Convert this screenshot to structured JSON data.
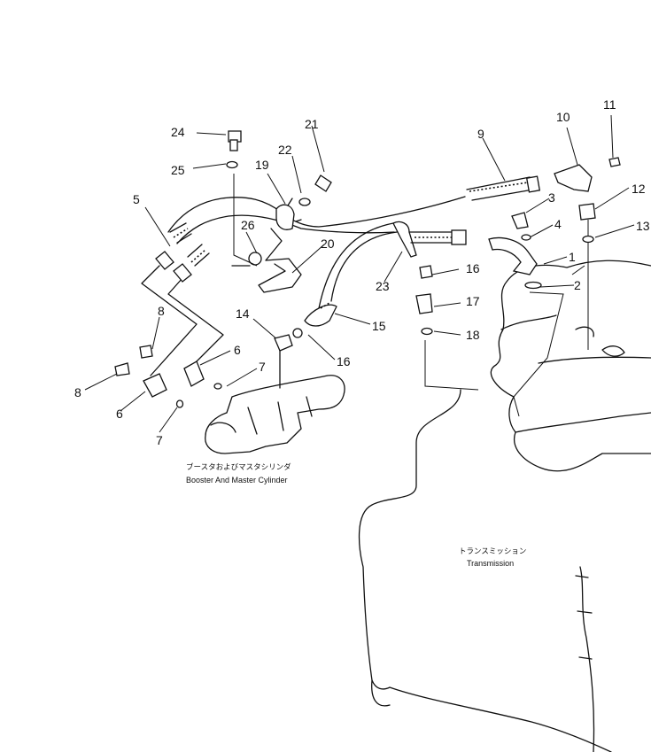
{
  "callouts": [
    {
      "id": "24",
      "text": "24"
    },
    {
      "id": "25",
      "text": "25"
    },
    {
      "id": "21",
      "text": "21"
    },
    {
      "id": "22",
      "text": "22"
    },
    {
      "id": "19",
      "text": "19"
    },
    {
      "id": "9",
      "text": "9"
    },
    {
      "id": "10",
      "text": "10"
    },
    {
      "id": "11",
      "text": "11"
    },
    {
      "id": "12",
      "text": "12"
    },
    {
      "id": "13",
      "text": "13"
    },
    {
      "id": "3",
      "text": "3"
    },
    {
      "id": "4",
      "text": "4"
    },
    {
      "id": "1",
      "text": "1"
    },
    {
      "id": "2",
      "text": "2"
    },
    {
      "id": "5",
      "text": "5"
    },
    {
      "id": "26",
      "text": "26"
    },
    {
      "id": "20",
      "text": "20"
    },
    {
      "id": "23",
      "text": "23"
    },
    {
      "id": "16a",
      "text": "16"
    },
    {
      "id": "17",
      "text": "17"
    },
    {
      "id": "18",
      "text": "18"
    },
    {
      "id": "15",
      "text": "15"
    },
    {
      "id": "16b",
      "text": "16"
    },
    {
      "id": "14",
      "text": "14"
    },
    {
      "id": "8a",
      "text": "8"
    },
    {
      "id": "8b",
      "text": "8"
    },
    {
      "id": "6a",
      "text": "6"
    },
    {
      "id": "6b",
      "text": "6"
    },
    {
      "id": "7a",
      "text": "7"
    },
    {
      "id": "7b",
      "text": "7"
    }
  ],
  "captions": {
    "booster_jp": "ブースタおよびマスタシリンダ",
    "booster_en": "Booster And Master Cylinder",
    "transmission_jp": "トランスミッション",
    "transmission_en": "Transmission"
  }
}
